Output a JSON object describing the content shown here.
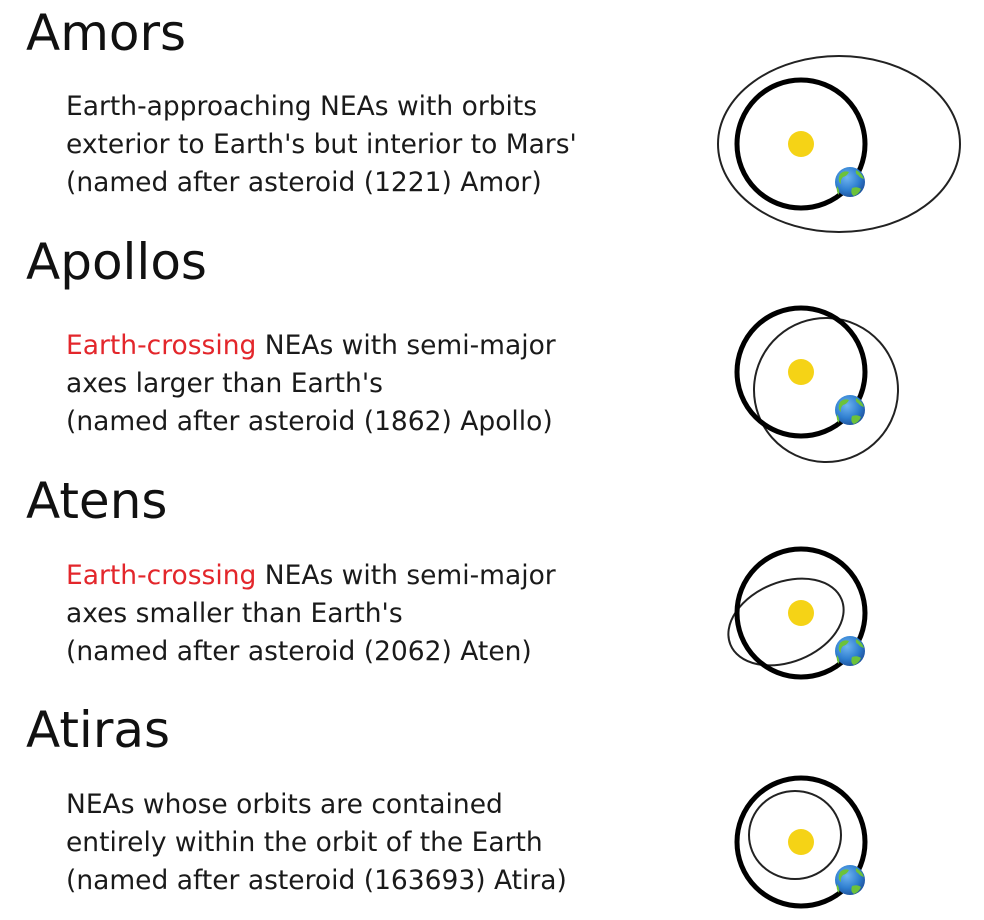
{
  "colors": {
    "highlight": "#e3262b",
    "sun": "#f5d316",
    "earth_ocean": "#2f7fd0",
    "earth_land": "#6cc23a",
    "orbit": "#000000"
  },
  "groups": [
    {
      "title": "Amors",
      "lines": [
        {
          "pre": "",
          "highlight": "",
          "post": "Earth-approaching NEAs with orbits"
        },
        {
          "pre": "",
          "highlight": "",
          "post": "exterior to Earth's but interior to Mars'"
        },
        {
          "pre": "",
          "highlight": "",
          "post": "(named after asteroid (1221) Amor)"
        }
      ],
      "diagram": "amor-orbit-diagram"
    },
    {
      "title": "Apollos",
      "lines": [
        {
          "pre": "",
          "highlight": "Earth-crossing",
          "post": " NEAs with semi-major"
        },
        {
          "pre": "",
          "highlight": "",
          "post": "axes larger than Earth's"
        },
        {
          "pre": "",
          "highlight": "",
          "post": "(named after asteroid (1862) Apollo)"
        }
      ],
      "diagram": "apollo-orbit-diagram"
    },
    {
      "title": "Atens",
      "lines": [
        {
          "pre": "",
          "highlight": "Earth-crossing",
          "post": " NEAs with semi-major"
        },
        {
          "pre": "",
          "highlight": "",
          "post": "axes smaller than Earth's"
        },
        {
          "pre": "",
          "highlight": "",
          "post": "(named after asteroid (2062) Aten)"
        }
      ],
      "diagram": "aten-orbit-diagram"
    },
    {
      "title": "Atiras",
      "lines": [
        {
          "pre": "",
          "highlight": "",
          "post": "NEAs whose orbits are contained"
        },
        {
          "pre": "",
          "highlight": "",
          "post": "entirely within the orbit of the Earth"
        },
        {
          "pre": "",
          "highlight": "",
          "post": "(named after asteroid (163693) Atira)"
        }
      ],
      "diagram": "atira-orbit-diagram"
    }
  ]
}
